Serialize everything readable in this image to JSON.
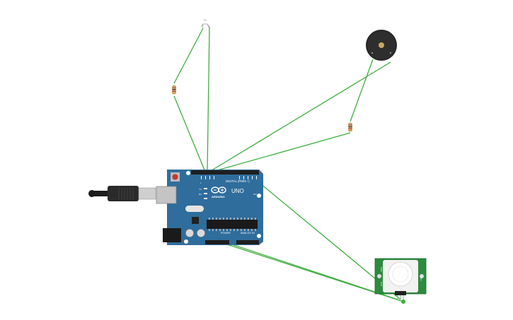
{
  "arduino": {
    "brand": "ARDUINO",
    "model": "UNO",
    "header_digital": "DIGITAL (PWM ~)",
    "header_power": "POWER",
    "header_analog": "ANALOG IN",
    "led_tx": "TX",
    "led_rx": "RX",
    "led_l": "L",
    "led_on": "ON"
  },
  "pir_sensor": {
    "pin_labels": [
      "GND",
      "OUT",
      "VCC"
    ]
  },
  "led": {
    "label": "TX"
  },
  "colors": {
    "wire": "#3fae3f",
    "board": "#2f6d9c",
    "board_dark": "#1f5580",
    "pir_pcb": "#2d8a3e",
    "buzzer": "#262626",
    "resistor_body": "#d7b27a"
  },
  "icons": [
    "usb-cable-icon",
    "arduino-logo-icon"
  ]
}
